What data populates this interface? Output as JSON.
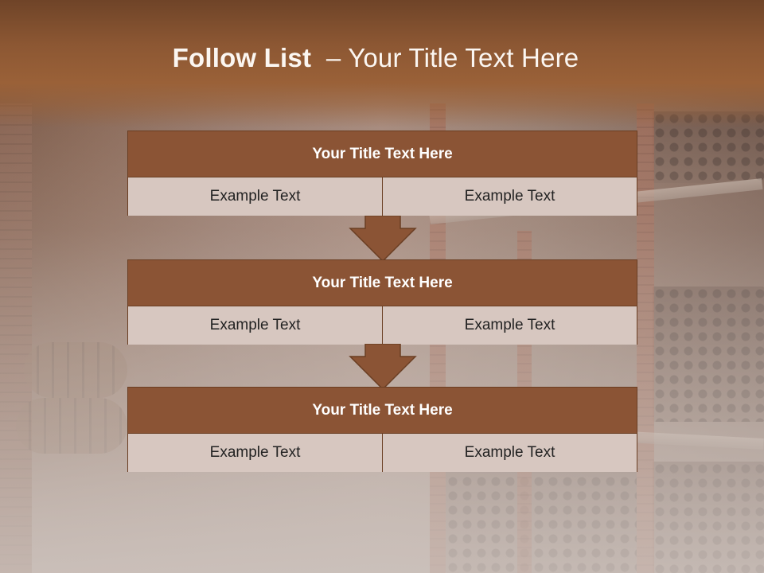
{
  "slide": {
    "title_bold": "Follow List",
    "title_rest": "  – Your Title Text Here",
    "colors": {
      "header_brown": "#8c5733",
      "block_header": "#8b5435",
      "block_cell": "#d7c7c0",
      "arrow": "#8b5435",
      "border": "#6a3e23"
    }
  },
  "blocks": [
    {
      "title": "Your Title Text Here",
      "left_text": "Example Text",
      "right_text": "Example Text"
    },
    {
      "title": "Your Title Text Here",
      "left_text": "Example Text",
      "right_text": "Example Text"
    },
    {
      "title": "Your Title Text Here",
      "left_text": "Example Text",
      "right_text": "Example Text"
    }
  ],
  "icons": {
    "connector": "down-arrow-icon"
  }
}
